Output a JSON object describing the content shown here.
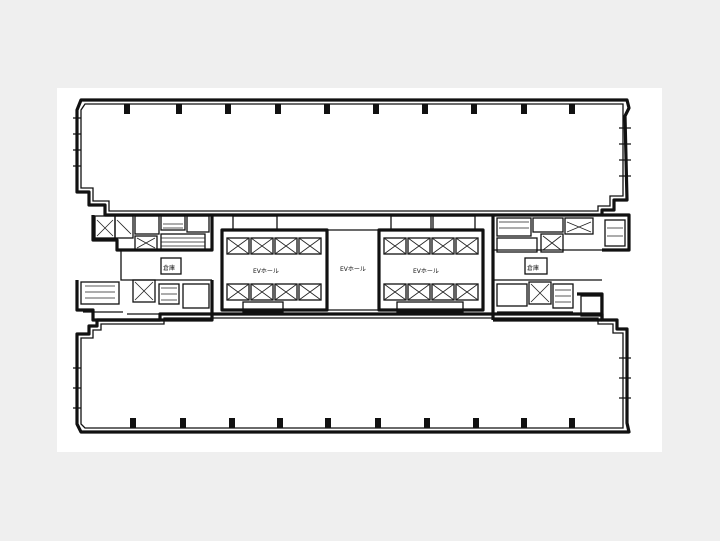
{
  "labels": {
    "elevator_hall_west": "EVホール",
    "central_hall": "EVホール",
    "elevator_hall_east": "EVホール",
    "room_west": "倉庫",
    "room_east": "倉庫"
  },
  "colors": {
    "background": "#efefef",
    "plan_bg": "#ffffff",
    "ink": "#111111"
  }
}
